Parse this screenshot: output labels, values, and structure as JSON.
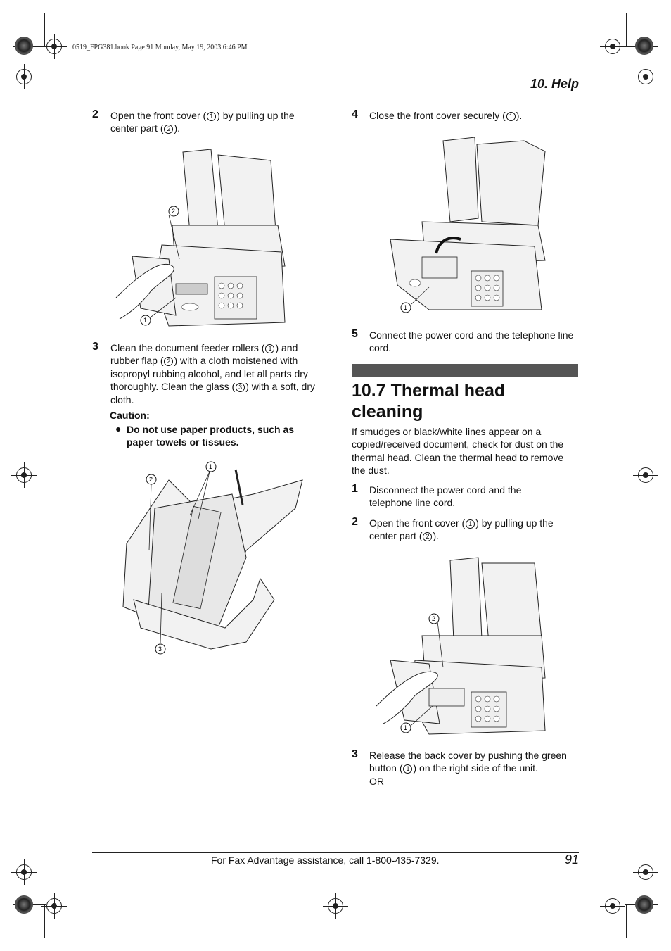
{
  "print_info": "0519_FPG381.book  Page 91  Monday, May 19, 2003  6:46 PM",
  "header": {
    "chapter": "10. Help"
  },
  "left": {
    "step2": {
      "num": "2",
      "t1": "Open the front cover (",
      "c1": "1",
      "t2": ") by pulling up the center part (",
      "c2": "2",
      "t3": ")."
    },
    "fig1": {
      "l1": "1",
      "l2": "2"
    },
    "step3": {
      "num": "3",
      "t1": "Clean the document feeder rollers (",
      "c1": "1",
      "t2": ") and rubber flap (",
      "c2": "2",
      "t3": ") with a cloth moistened with isopropyl rubbing alcohol, and let all parts dry thoroughly. Clean the glass (",
      "c3": "3",
      "t4": ") with a soft, dry cloth."
    },
    "caution": {
      "title": "Caution:",
      "bullet": "●",
      "text": "Do not use paper products, such as paper towels or tissues."
    },
    "fig2": {
      "l1": "1",
      "l2": "2",
      "l3": "3"
    }
  },
  "right": {
    "step4": {
      "num": "4",
      "t1": "Close the front cover securely (",
      "c1": "1",
      "t2": ")."
    },
    "fig3": {
      "l1": "1"
    },
    "step5": {
      "num": "5",
      "text": "Connect the power cord and the telephone line cord."
    },
    "section": {
      "title": "10.7 Thermal head cleaning",
      "intro": "If smudges or black/white lines appear on a copied/received document, check for dust on the thermal head. Clean the thermal head to remove the dust."
    },
    "s1": {
      "num": "1",
      "text": "Disconnect the power cord and the telephone line cord."
    },
    "s2": {
      "num": "2",
      "t1": "Open the front cover (",
      "c1": "1",
      "t2": ") by pulling up the center part (",
      "c2": "2",
      "t3": ")."
    },
    "fig4": {
      "l1": "1",
      "l2": "2"
    },
    "s3": {
      "num": "3",
      "t1": "Release the back cover by pushing the green button (",
      "c1": "1",
      "t2": ") on the right side of the unit.",
      "or": "OR"
    }
  },
  "footer": {
    "text": "For Fax Advantage assistance, call 1-800-435-7329.",
    "page": "91"
  }
}
